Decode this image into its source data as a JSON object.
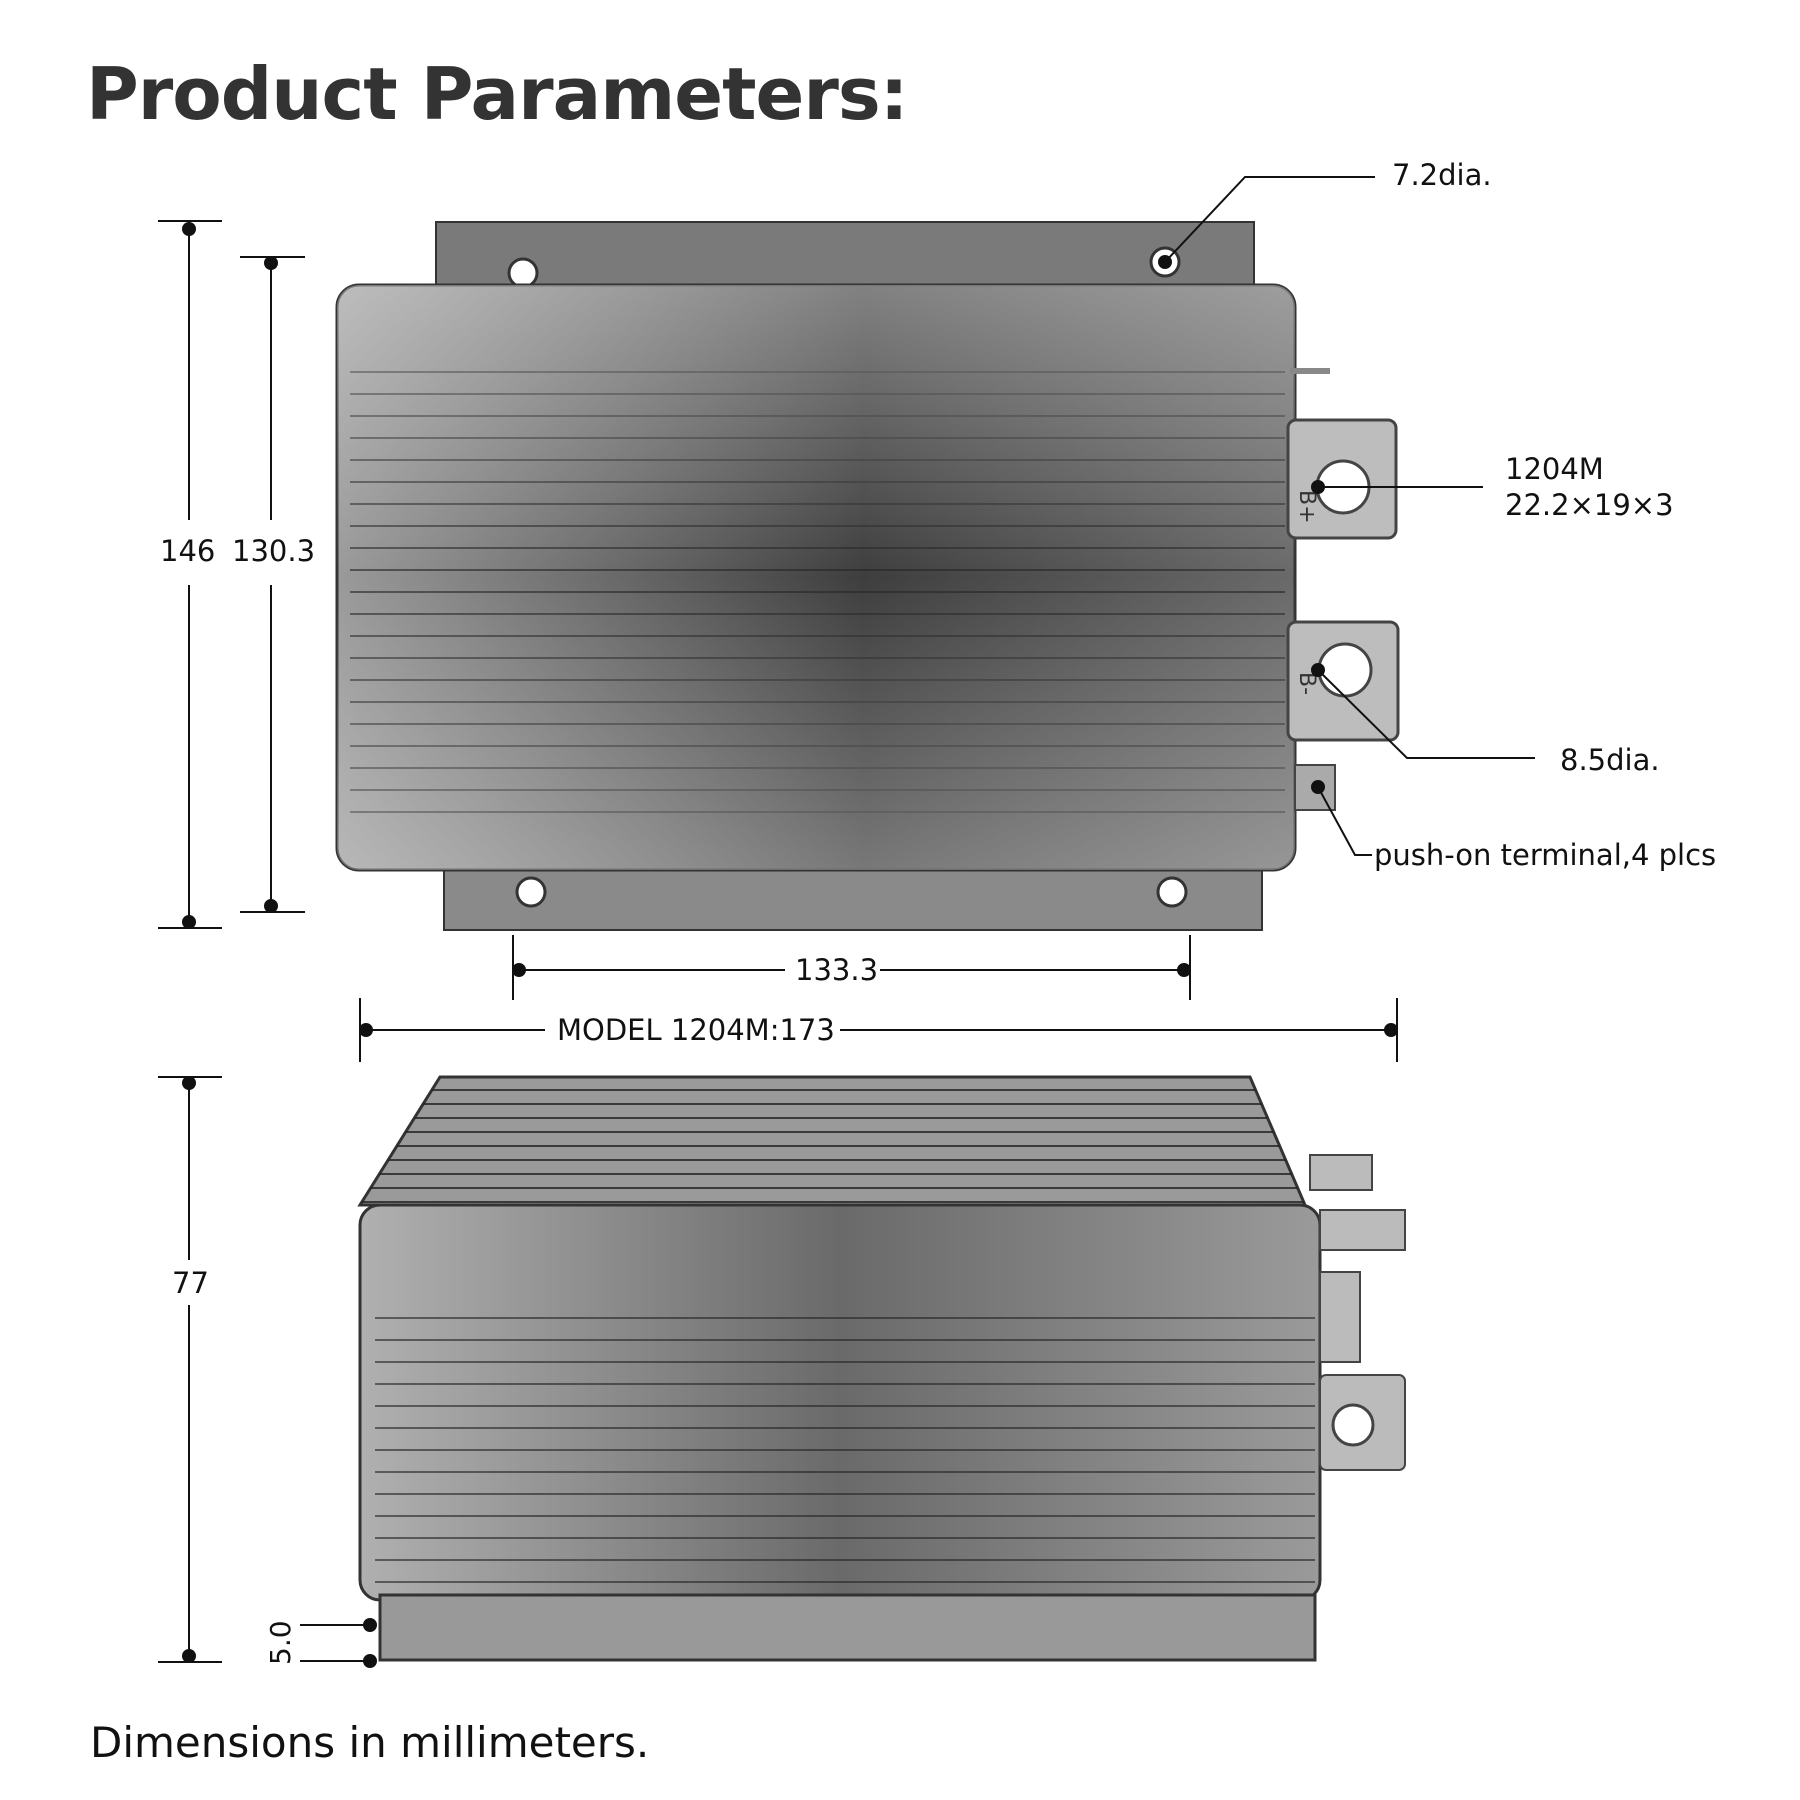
{
  "title": "Product Parameters:",
  "footer": "Dimensions in millimeters.",
  "top_view": {
    "height_overall": "146",
    "height_holes": "130.3",
    "hole_diameter": "7.2dia.",
    "terminal_model": "1204M",
    "terminal_size": "22.2×19×3",
    "terminal_hole": "8.5dia.",
    "push_on": "push-on terminal,4 plcs",
    "hole_spacing": "133.3",
    "overall_length": "MODEL 1204M:173",
    "terminal_marks": [
      "B+",
      "B-"
    ]
  },
  "side_view": {
    "height": "77",
    "flange_thickness": "5.0"
  },
  "colors": {
    "line": "#111111",
    "metal_dark": "#4a4a4a",
    "metal_light": "#c8c8c8"
  }
}
